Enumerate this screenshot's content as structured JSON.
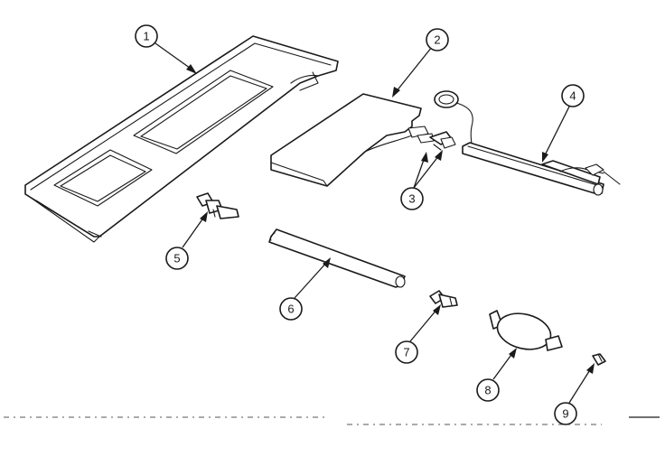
{
  "diagram": {
    "parts": [
      {
        "id": "part-1",
        "label": "1"
      },
      {
        "id": "part-2",
        "label": "2"
      },
      {
        "id": "part-3",
        "label": "3"
      },
      {
        "id": "part-4",
        "label": "4"
      },
      {
        "id": "part-5",
        "label": "5"
      },
      {
        "id": "part-6",
        "label": "6"
      },
      {
        "id": "part-7",
        "label": "7"
      },
      {
        "id": "part-8",
        "label": "8"
      },
      {
        "id": "part-9",
        "label": "9"
      }
    ]
  }
}
